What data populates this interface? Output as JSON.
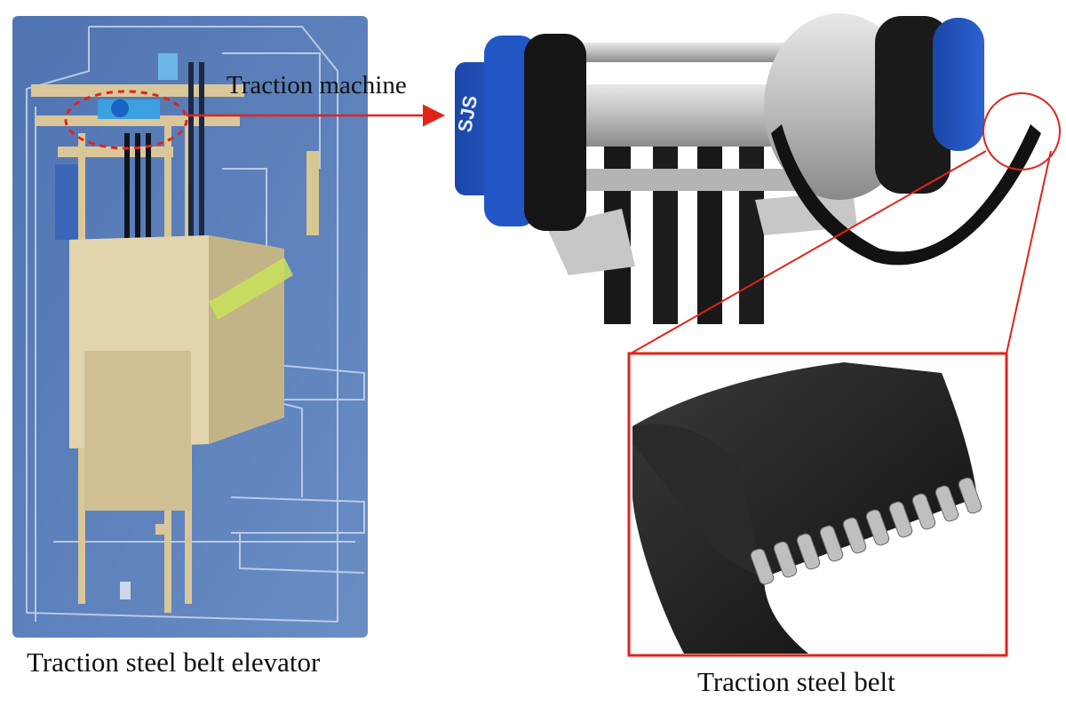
{
  "labels": {
    "elevator": "Traction steel belt elevator",
    "machine": "Traction machine",
    "belt": "Traction steel belt"
  },
  "machine_logo": "SJS",
  "colors": {
    "panel_background": "#5b7fb8",
    "highlight_red": "#e2231a",
    "motor_blue": "#1f4fb5",
    "belt_black": "#1a1a1a",
    "car_tan": "#d8c9a0"
  },
  "icons": {
    "elevator": "elevator-shaft-illustration",
    "machine": "traction-machine-illustration",
    "belt": "steel-belt-closeup-illustration"
  }
}
